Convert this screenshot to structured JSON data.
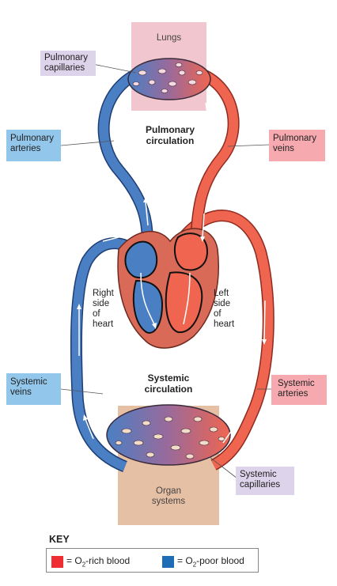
{
  "regions": {
    "lungs": "Lungs",
    "organ_systems_line1": "Organ",
    "organ_systems_line2": "systems"
  },
  "circulation": {
    "pulmonary_line1": "Pulmonary",
    "pulmonary_line2": "circulation",
    "systemic_line1": "Systemic",
    "systemic_line2": "circulation"
  },
  "labels": {
    "pulmonary_capillaries_line1": "Pulmonary",
    "pulmonary_capillaries_line2": "capillaries",
    "pulmonary_arteries_line1": "Pulmonary",
    "pulmonary_arteries_line2": "arteries",
    "pulmonary_veins_line1": "Pulmonary",
    "pulmonary_veins_line2": "veins",
    "systemic_veins_line1": "Systemic",
    "systemic_veins_line2": "veins",
    "systemic_arteries_line1": "Systemic",
    "systemic_arteries_line2": "arteries",
    "systemic_capillaries_line1": "Systemic",
    "systemic_capillaries_line2": "capillaries"
  },
  "heart": {
    "right_side": [
      "Right",
      "side",
      "of",
      "heart"
    ],
    "left_side": [
      "Left",
      "side",
      "of",
      "heart"
    ]
  },
  "key": {
    "title": "KEY",
    "rich_prefix": "= O",
    "rich_sub": "2",
    "rich_suffix": "-rich blood",
    "poor_prefix": "= O",
    "poor_sub": "2",
    "poor_suffix": "-poor blood"
  },
  "colors": {
    "oxygen_rich": "#ee2e33",
    "oxygen_poor": "#1f6db5",
    "rich_vessel": "#f0654f",
    "poor_vessel": "#4a7fc4",
    "lungs_bg": "#f1c6cf",
    "organ_bg": "#e6c0a4",
    "heart_muscle": "#d86a57"
  }
}
